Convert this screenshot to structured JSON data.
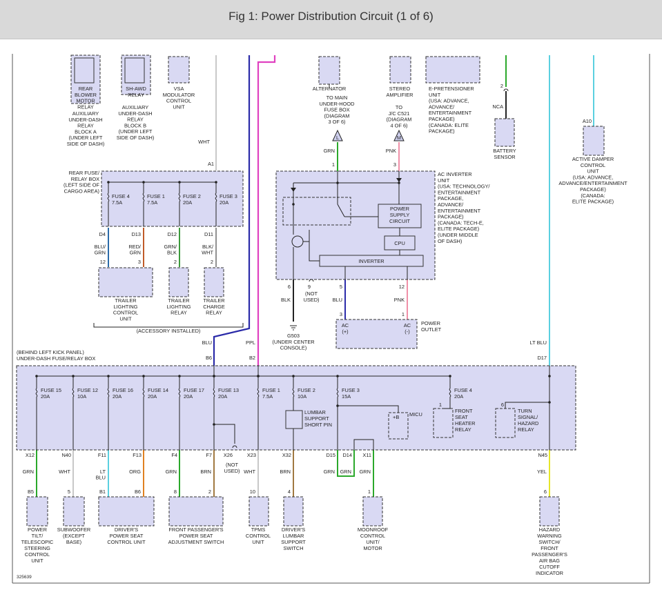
{
  "title": "Fig 1: Power Distribution Circuit (1 of 6)",
  "diagram_id": "325639",
  "colors": {
    "box_fill": "#d9d9f3",
    "box_stroke": "#333333",
    "blu": "#2a2aa8",
    "ppl": "#e040c0",
    "grn": "#2aa82a",
    "ltblu": "#5ad0e0",
    "yel": "#e6e62a",
    "pnk": "#f090a8",
    "brn": "#a07840",
    "org": "#e08020",
    "red": "#e03030",
    "wht": "#c8c8c8"
  },
  "top_components": [
    {
      "lines": [
        "REAR",
        "BLOWER",
        "MOTOR",
        "RELAY",
        "AUXILIARY",
        "UNDER-DASH",
        "RELAY",
        "BLOCK A",
        "(UNDER LEFT",
        "SIDE OF DASH)"
      ]
    },
    {
      "lines": [
        "SH-AWD",
        "RELAY",
        "AUXILIARY",
        "UNDER-DASH",
        "RELAY",
        "BLOCK B",
        "(UNDER LEFT",
        "SIDE OF DASH)"
      ]
    },
    {
      "lines": [
        "VSA",
        "MODULATOR",
        "CONTROL",
        "UNIT"
      ]
    },
    {
      "lines": [
        "ALTERNATOR"
      ]
    },
    {
      "lines": [
        "TO MAIN",
        "UNDER-HOOD",
        "FUSE BOX",
        "(DIAGRAM",
        "3 OF 6)"
      ]
    },
    {
      "lines": [
        "STEREO",
        "AMPLIFIER"
      ]
    },
    {
      "lines": [
        "TO",
        "J/C C521",
        "(DIAGRAM",
        "4 OF 6)"
      ]
    },
    {
      "lines": [
        "E-PRETENSIONER",
        "UNIT",
        "(USA: ADVANCE,",
        "ADVANCE/",
        "ENTERTAINMENT",
        "PACKAGE)",
        "(CANADA: ELITE",
        "PACKAGE)"
      ]
    },
    {
      "lines": [
        "BATTERY",
        "SENSOR"
      ]
    },
    {
      "lines": [
        "ACTIVE DAMPER",
        "CONTROL",
        "UNIT",
        "(USA: ADVANCE,",
        "ADVANCE/ENTERTAINMENT",
        "PACKAGE)",
        "(CANADA:",
        "ELITE PACKAGE)"
      ]
    }
  ],
  "rear_box": {
    "lines": [
      "REAR FUSE/",
      "RELAY BOX",
      "(LEFT SIDE OF",
      "CARGO AREA)"
    ],
    "pin_in": "A1",
    "fuses": [
      {
        "name": "FUSE 4",
        "amp": "7.5A",
        "pin": "D4",
        "wire": "BLU/ GRN",
        "conn": "12"
      },
      {
        "name": "FUSE 1",
        "amp": "7.5A",
        "pin": "D13",
        "wire": "RED/ GRN",
        "conn": "3"
      },
      {
        "name": "FUSE 2",
        "amp": "20A",
        "pin": "D12",
        "wire": "GRN/ BLK",
        "conn": "2"
      },
      {
        "name": "FUSE 3",
        "amp": "20A",
        "pin": "D11",
        "wire": "BLK/ WHT",
        "conn": "2"
      }
    ],
    "wht": "WHT",
    "loads": [
      {
        "lines": [
          "TRAILER",
          "LIGHTING",
          "CONTROL",
          "UNIT"
        ]
      },
      {
        "lines": [
          "TRAILER",
          "LIGHTING",
          "RELAY"
        ]
      },
      {
        "lines": [
          "TRAILER",
          "CHARGE",
          "RELAY"
        ]
      }
    ],
    "accessory": "(ACCESSORY INSTALLED)"
  },
  "inverter": {
    "lines": [
      "AC INVERTER",
      "UNIT",
      "(USA: TECHNOLOGY/",
      "ENTERTAINMENT",
      "PACKAGE,",
      "ADVANCE/",
      "ENTERTAINMENT",
      "PACKAGE)",
      "(CANADA: TECH-E,",
      "ELITE PACKAGE)",
      "(UNDER MIDDLE",
      "OF DASH)"
    ],
    "psu": [
      "POWER",
      "SUPPLY",
      "CIRCUIT"
    ],
    "cpu": "CPU",
    "inv": "INVERTER",
    "pins_top": [
      "1",
      "3"
    ],
    "wires_top": [
      "GRN",
      "PNK"
    ],
    "conn_l": "L",
    "conn_m": "M",
    "pins_bottom": [
      "6",
      "9",
      "5",
      "12"
    ],
    "wires_bottom": [
      "BLK",
      "(NOT",
      "USED)",
      "BLU",
      "PNK"
    ],
    "outlet_pins": [
      "3",
      "1"
    ],
    "outlet_left": [
      "AC",
      "(+)"
    ],
    "outlet_right": [
      "AC",
      "(-)"
    ],
    "outlet_label": [
      "POWER",
      "OUTLET"
    ],
    "ground": [
      "G503",
      "(UNDER CENTER",
      "CONSOLE)"
    ]
  },
  "battery_pin": "2",
  "battery_wire": "NCA",
  "damper_pin": "A10",
  "underdash": {
    "lines": [
      "(BEHIND LEFT KICK PANEL)",
      "UNDER-DASH FUSE/RELAY BOX"
    ],
    "in_pins": [
      "B6",
      "B2",
      "D17"
    ],
    "in_wires": [
      "BLU",
      "PPL",
      "LT BLU"
    ],
    "fuses": [
      {
        "name": "FUSE 15",
        "amp": "20A"
      },
      {
        "name": "FUSE 12",
        "amp": "10A"
      },
      {
        "name": "FUSE 16",
        "amp": "20A"
      },
      {
        "name": "FUSE 14",
        "amp": "20A"
      },
      {
        "name": "FUSE 17",
        "amp": "20A"
      },
      {
        "name": "FUSE 13",
        "amp": "20A"
      },
      {
        "name": "FUSE 1",
        "amp": "7.5A"
      },
      {
        "name": "FUSE 2",
        "amp": "10A"
      },
      {
        "name": "FUSE 3",
        "amp": "15A"
      },
      {
        "name": "FUSE 4",
        "amp": "20A"
      }
    ],
    "lumbar": [
      "LUMBAR",
      "SUPPORT",
      "SHORT PIN"
    ],
    "micu_b": "+B",
    "micu": "MICU",
    "front_seat": [
      "FRONT",
      "SEAT",
      "HEATER",
      "RELAY"
    ],
    "turn_signal": [
      "TURN",
      "SIGNAL/",
      "HAZARD",
      "RELAY"
    ],
    "pin_one": "1",
    "pin_six": "6",
    "out_pins": [
      "X12",
      "N40",
      "F11",
      "F13",
      "F4",
      "F7",
      "X26",
      "X23",
      "X32",
      "D15",
      "D14",
      "X11",
      "N45"
    ],
    "x26_note": [
      "(NOT",
      "USED)"
    ]
  },
  "bottom_wires": [
    "GRN",
    "WHT",
    "LT BLU",
    "ORG",
    "GRN",
    "BRN",
    "WHT",
    "BRN",
    "GRN",
    "GRN",
    "GRN",
    "YEL"
  ],
  "bottom_conns": [
    "B5",
    "5",
    "B1",
    "B6",
    "8",
    "2",
    "10",
    "4",
    "1",
    "6"
  ],
  "bottom_components": [
    {
      "lines": [
        "POWER",
        "TILT/",
        "TELESCOPIC",
        "STEERING",
        "CONTROL",
        "UNIT"
      ]
    },
    {
      "lines": [
        "SUBWOOFER",
        "(EXCEPT",
        "BASE)"
      ]
    },
    {
      "lines": [
        "DRIVER'S",
        "POWER SEAT",
        "CONTROL UNIT"
      ]
    },
    {
      "lines": [
        "FRONT PASSENGER'S",
        "POWER SEAT",
        "ADJUSTMENT SWITCH"
      ]
    },
    {
      "lines": [
        "TPMS",
        "CONTROL",
        "UNIT"
      ]
    },
    {
      "lines": [
        "DRIVER'S",
        "LUMBAR",
        "SUPPORT",
        "SWITCH"
      ]
    },
    {
      "lines": [
        "MOONROOF",
        "CONTROL",
        "UNIT/",
        "MOTOR"
      ]
    },
    {
      "lines": [
        "HAZARD",
        "WARNING",
        "SWITCH/",
        "FRONT",
        "PASSENGER'S",
        "AIR BAG",
        "CUTOFF",
        "INDICATOR"
      ]
    }
  ]
}
